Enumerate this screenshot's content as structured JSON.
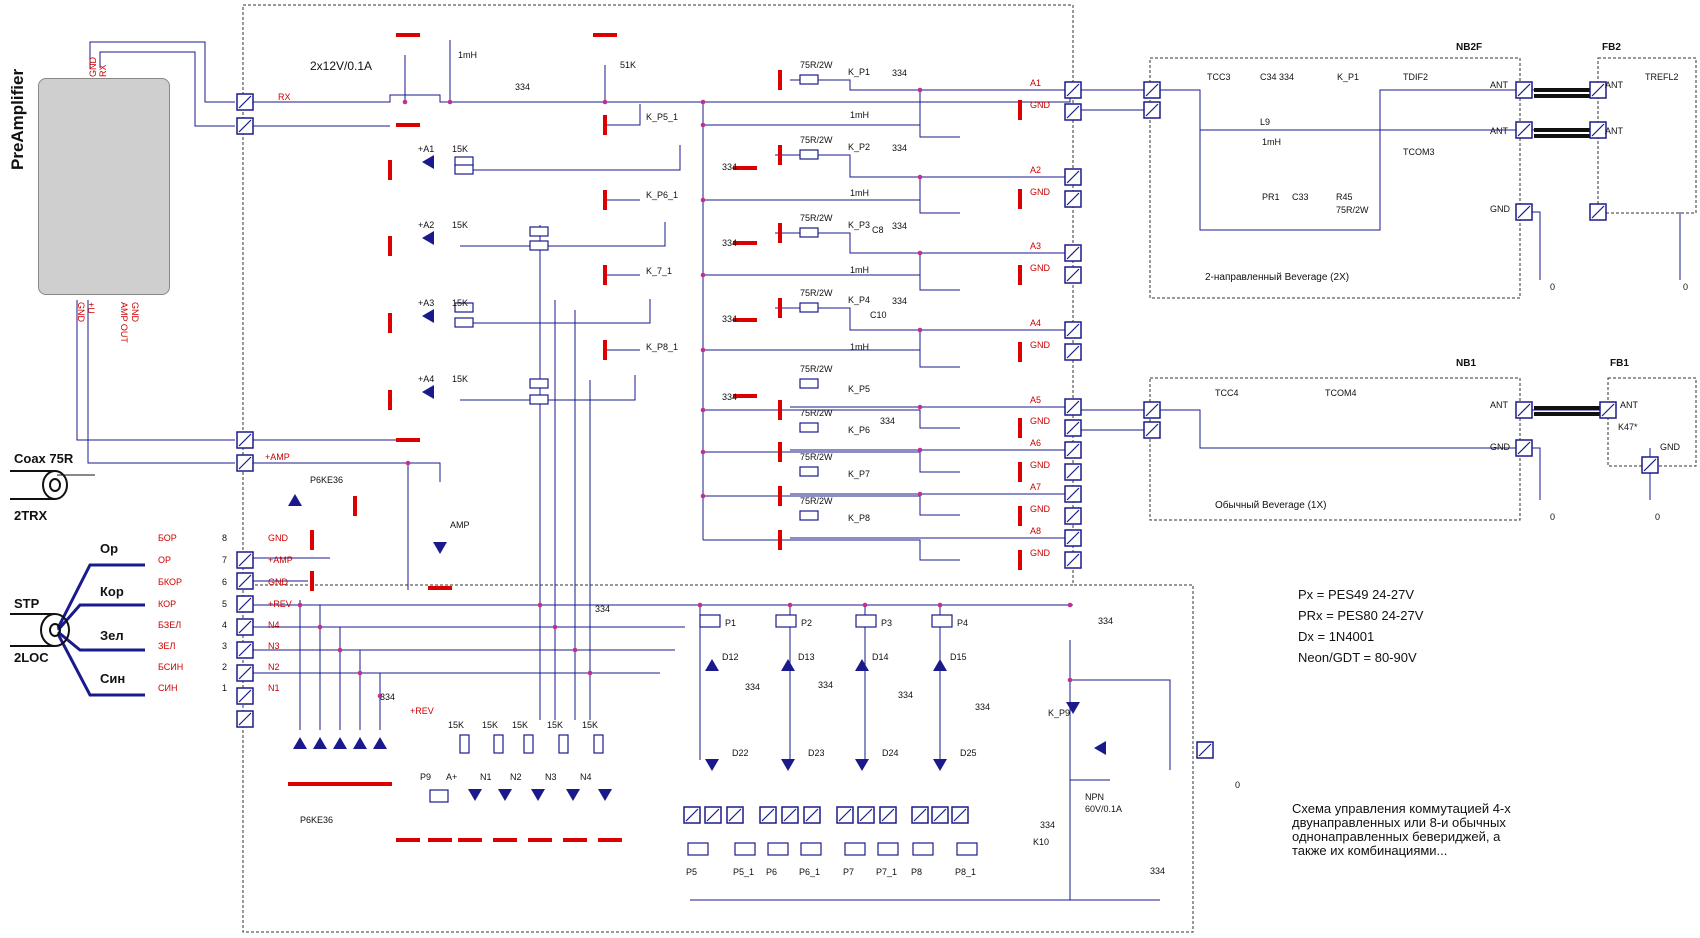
{
  "preamp_label": "PreAmplifier",
  "coax_label": "Coax 75R",
  "trx_label": "2TRX",
  "stp_label": "STP",
  "loc_label": "2LOC",
  "pair_labels": [
    "Op",
    "Кор",
    "Зел",
    "Син"
  ],
  "pcb_top_pins": [
    "GND",
    "RX"
  ],
  "pcb_bottom_pins": [
    "GND",
    "+U",
    "AMP OUT",
    "GND"
  ],
  "rx_label": "RX",
  "lamp_label": "2x12V/0.1A",
  "choke_label": "1mH",
  "res51_label": "51K",
  "cap334": "334",
  "relay_labels": [
    "K_P1",
    "K_P2",
    "K_P3",
    "K_P4",
    "K_P5",
    "K_P6",
    "K_P7",
    "K_P8"
  ],
  "relay_left_labels": [
    "K_P5_1",
    "K_P6_1",
    "K_7_1",
    "K_P8_1"
  ],
  "res75": "75R/2W",
  "c8": "C8",
  "c10": "C10",
  "led_labels": [
    "+A1",
    "+A2",
    "+A3",
    "+A4"
  ],
  "res15": "15K",
  "port_labels": [
    "A1",
    "GND",
    "A2",
    "GND",
    "A3",
    "GND",
    "A4",
    "GND",
    "A5",
    "GND",
    "A6",
    "GND",
    "A7",
    "GND",
    "A8",
    "GND"
  ],
  "amp_label": "+AMP",
  "p6ke": "P6KE36",
  "amp_led": "AMP",
  "conn_wire_names": [
    "БОР",
    "ОР",
    "БКОР",
    "КОР",
    "БЗЕЛ",
    "ЗЕЛ",
    "БСИН",
    "СИН"
  ],
  "conn_pins": [
    "8",
    "7",
    "6",
    "5",
    "4",
    "3",
    "2",
    "1"
  ],
  "conn_signals": [
    "GND",
    "+AMP",
    "GND",
    "+REV",
    "N4",
    "N3",
    "N2",
    "N1"
  ],
  "bottom_leds": [
    "P9",
    "A+",
    "N1",
    "N2",
    "N3",
    "N4"
  ],
  "rev_label": "+REV",
  "relay_coils_top": [
    "P1",
    "P2",
    "P3",
    "P4"
  ],
  "diodes_top": [
    "D12",
    "D13",
    "D14",
    "D15"
  ],
  "diodes_bot": [
    "D22",
    "D23",
    "D24",
    "D25"
  ],
  "relay_coils_bot": [
    "P5",
    "P5_1",
    "P6",
    "P6_1",
    "P7",
    "P7_1",
    "P8",
    "P8_1"
  ],
  "k10": "K10",
  "npn": [
    "NPN",
    "60V/0.1A"
  ],
  "kp9": "K_P9",
  "zero": "0",
  "nb2f": {
    "title": "NB2F",
    "tcc": "TCC3",
    "c34": "C34 334",
    "kp1": "K_P1",
    "tdif": "TDIF2",
    "l9": "L9",
    "mh": "1mH",
    "pr1": "PR1",
    "c33": "C33",
    "r45": "R45",
    "r45v": "75R/2W",
    "tcom": "TCOM3",
    "ant": "ANT",
    "gnd": "GND",
    "caption": "2-направленный Beverage (2X)"
  },
  "fb2": {
    "title": "FB2",
    "ant": "ANT",
    "trefl": "TREFL2"
  },
  "nb1": {
    "title": "NB1",
    "tcc": "TCC4",
    "tcom": "TCOM4",
    "ant": "ANT",
    "gnd": "GND",
    "caption": "Обычный Beverage (1X)"
  },
  "fb1": {
    "title": "FB1",
    "ant": "ANT",
    "k47": "K47*",
    "gnd": "GND"
  },
  "notes": [
    "Px = PES49 24-27V",
    "PRx = PES80 24-27V",
    "Dx = 1N4001",
    "Neon/GDT = 80-90V"
  ],
  "description": "Схема управления коммутацией 4-х двунаправленных или 8-и обычных однонаправленных бевериджей, а также их комбинациями..."
}
